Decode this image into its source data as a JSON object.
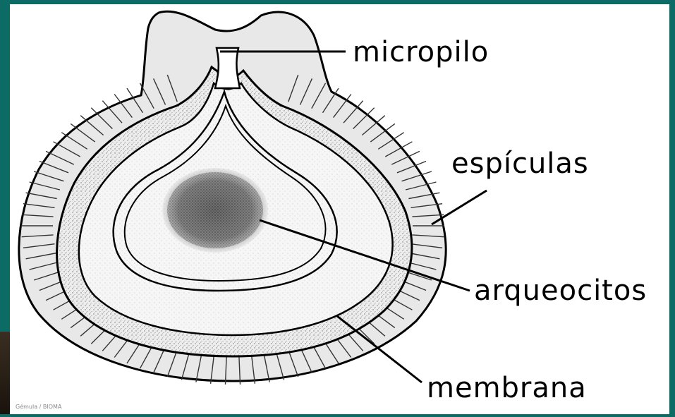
{
  "diagram": {
    "labels": {
      "micropilo": "micropilo",
      "espiculas": "espículas",
      "arqueocitos": "arqueocitos",
      "membrana": "membrana"
    },
    "credit": "Gémula / BIOMA"
  },
  "colors": {
    "frame": "#0d6b66",
    "background": "#ffffff",
    "ink": "#000000",
    "stipple_light": "#d9d9d9",
    "stipple_dark": "#555555"
  }
}
